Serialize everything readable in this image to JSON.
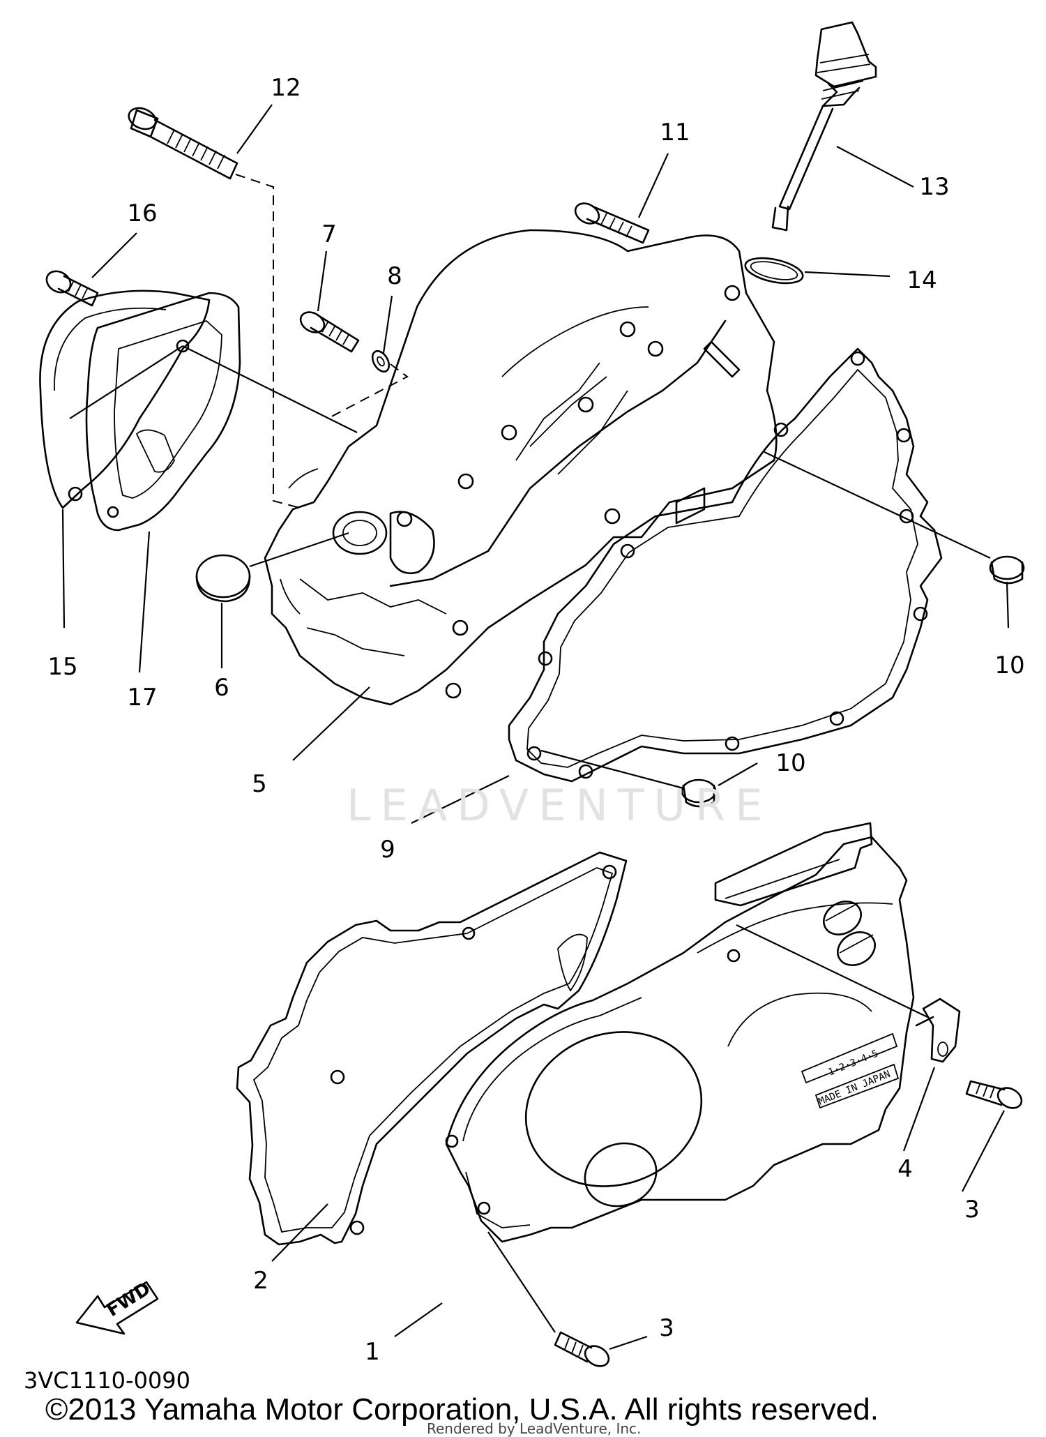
{
  "callouts": {
    "c1": "1",
    "c2": "2",
    "c3a": "3",
    "c3b": "3",
    "c4": "4",
    "c5": "5",
    "c6": "6",
    "c7": "7",
    "c8": "8",
    "c9": "9",
    "c10a": "10",
    "c10b": "10",
    "c11": "11",
    "c12": "12",
    "c13": "13",
    "c14": "14",
    "c15": "15",
    "c16": "16",
    "c17": "17"
  },
  "fwd_label": "FWD",
  "diagram_code": "3VC1110-0090",
  "copyright": "©2013 Yamaha Motor Corporation, U.S.A. All rights reserved.",
  "watermark": "LEADVENTURE",
  "rendered_by": "Rendered by LeadVenture, Inc.",
  "cover_stamps": {
    "line1": "1·2·3·4·5",
    "line2": "MADE IN JAPAN"
  }
}
